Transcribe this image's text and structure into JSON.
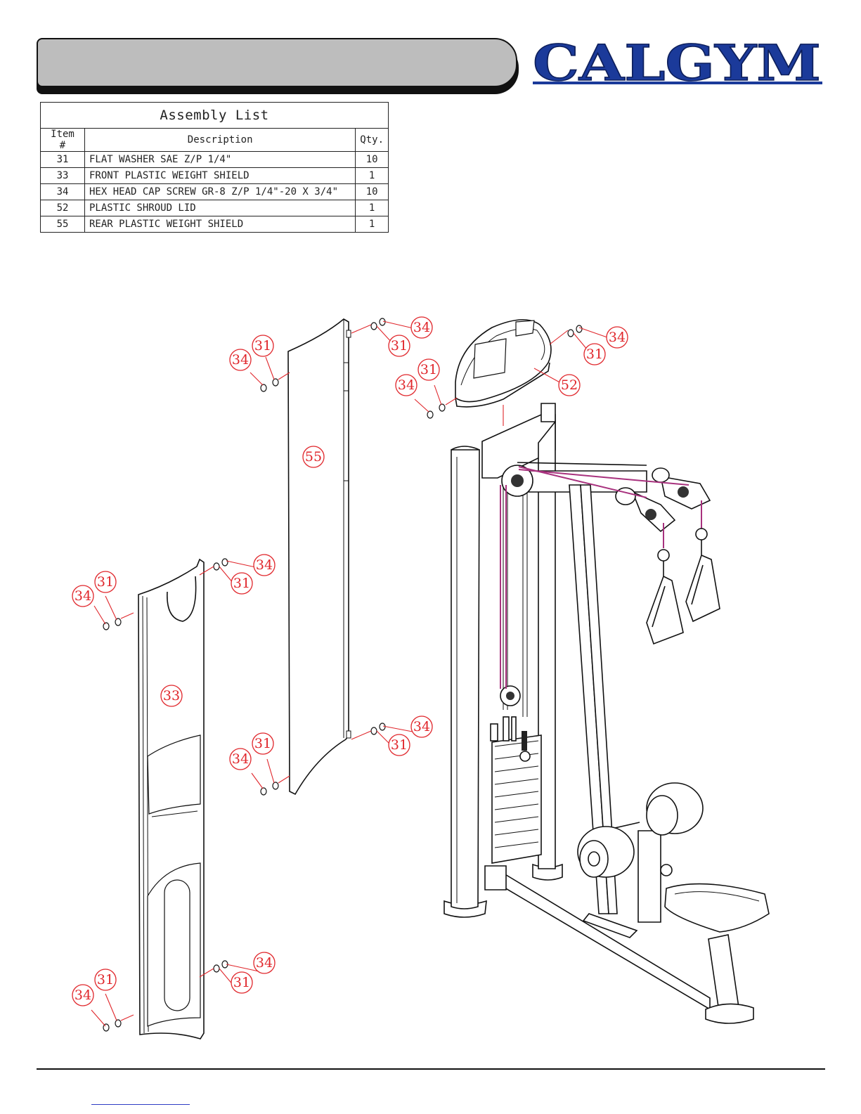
{
  "brand": {
    "logo_text": "CALGYM",
    "logo_color": "#1b3a9a"
  },
  "assembly_list": {
    "title": "Assembly List",
    "headers": {
      "item": "Item #",
      "description": "Description",
      "qty": "Qty."
    },
    "rows": [
      {
        "item": "31",
        "description": "FLAT WASHER SAE Z/P 1/4\"",
        "qty": "10"
      },
      {
        "item": "33",
        "description": "FRONT PLASTIC WEIGHT SHIELD",
        "qty": "1"
      },
      {
        "item": "34",
        "description": "HEX HEAD CAP SCREW GR-8 Z/P 1/4\"-20 X 3/4\"",
        "qty": "10"
      },
      {
        "item": "52",
        "description": "PLASTIC SHROUD LID",
        "qty": "1"
      },
      {
        "item": "55",
        "description": "REAR PLASTIC WEIGHT SHIELD",
        "qty": "1"
      }
    ]
  },
  "diagram": {
    "callout_color": "#e0262b",
    "cable_color": "#a8327e",
    "labels": {
      "washer": "31",
      "front_shield": "33",
      "screw": "34",
      "shroud_lid": "52",
      "rear_shield": "55"
    }
  }
}
